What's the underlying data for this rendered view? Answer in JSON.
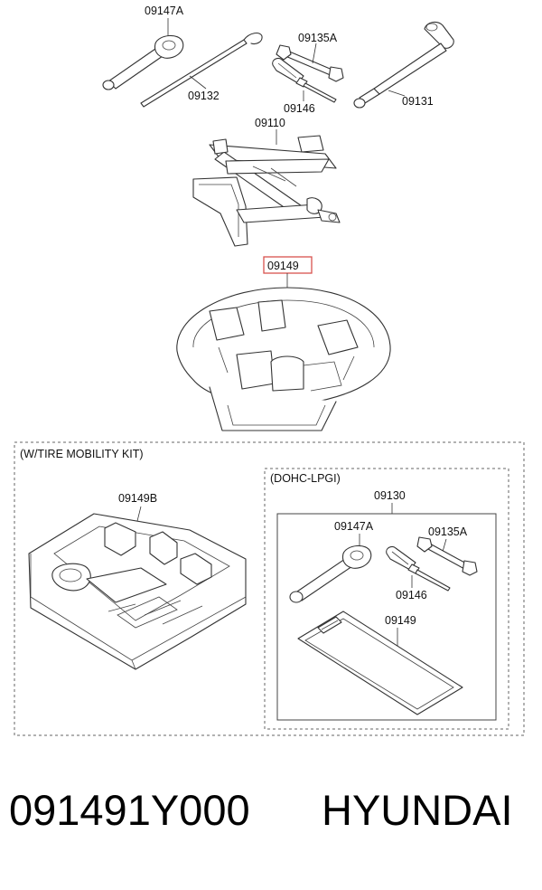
{
  "labels": {
    "wrench_top": "09147A",
    "jack_handle": "09132",
    "spanner_top": "09135A",
    "screwdriver_top": "09146",
    "lug_wrench": "09131",
    "jack": "09110",
    "tray_highlight": "09149",
    "mobility_tray": "09149B",
    "tool_kit": "09130",
    "wrench_kit": "09147A",
    "spanner_kit": "09135A",
    "screwdriver_kit": "09146",
    "pouch_kit": "09149"
  },
  "notes": {
    "tire_mobility_kit": "(W/TIRE MOBILITY KIT)",
    "dohc_lpgi": "(DOHC-LPGI)"
  },
  "footer": {
    "part_number": "091491Y000",
    "brand": "HYUNDAI"
  },
  "colors": {
    "highlight": "#d9534f"
  }
}
